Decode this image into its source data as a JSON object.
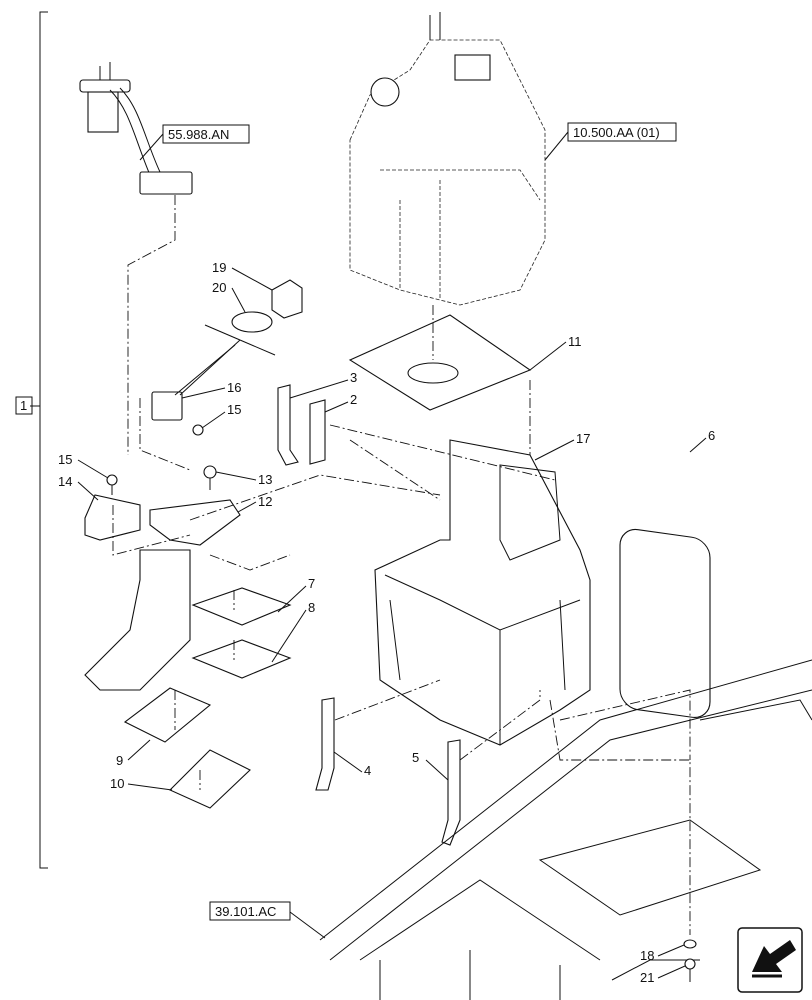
{
  "group": {
    "label": "1"
  },
  "references": [
    {
      "id": "ref-55-988-an",
      "text": "55.988.AN"
    },
    {
      "id": "ref-10-500-aa",
      "text": "10.500.AA (01)"
    },
    {
      "id": "ref-39-101-ac",
      "text": "39.101.AC"
    }
  ],
  "callouts": [
    "19",
    "20",
    "16",
    "15",
    "3",
    "2",
    "11",
    "17",
    "6",
    "15",
    "14",
    "13",
    "12",
    "7",
    "8",
    "9",
    "10",
    "4",
    "5",
    "18",
    "21"
  ],
  "colors": {
    "line": "#111111",
    "background": "#ffffff"
  },
  "icons": [
    "view-direction-arrow-icon"
  ]
}
